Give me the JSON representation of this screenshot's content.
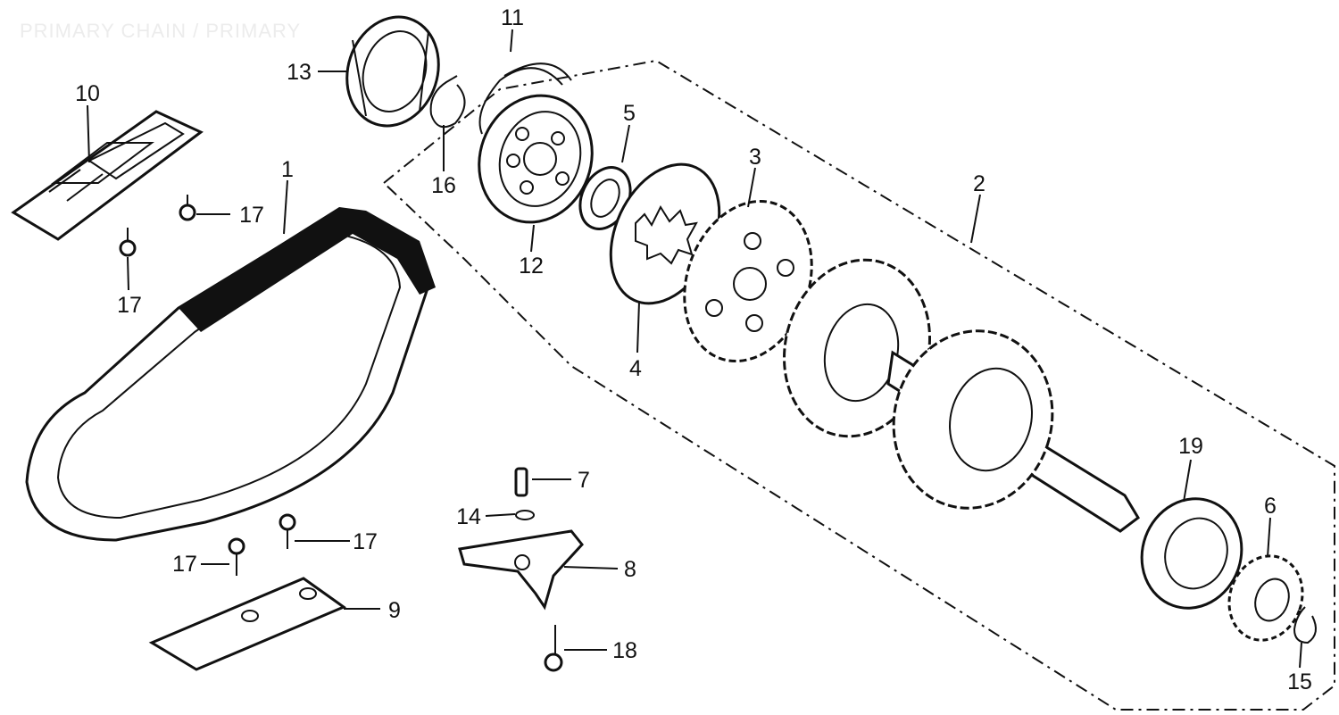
{
  "title": "PRIMARY CHAIN / PRIMARY",
  "labels": {
    "p1": "1",
    "p2": "2",
    "p3": "3",
    "p4": "4",
    "p5": "5",
    "p6": "6",
    "p7": "7",
    "p8": "8",
    "p9": "9",
    "p10": "10",
    "p11": "11",
    "p12": "12",
    "p13": "13",
    "p14": "14",
    "p15": "15",
    "p16": "16",
    "p17a": "17",
    "p17b": "17",
    "p17c": "17",
    "p17d": "17",
    "p18": "18",
    "p19": "19"
  }
}
